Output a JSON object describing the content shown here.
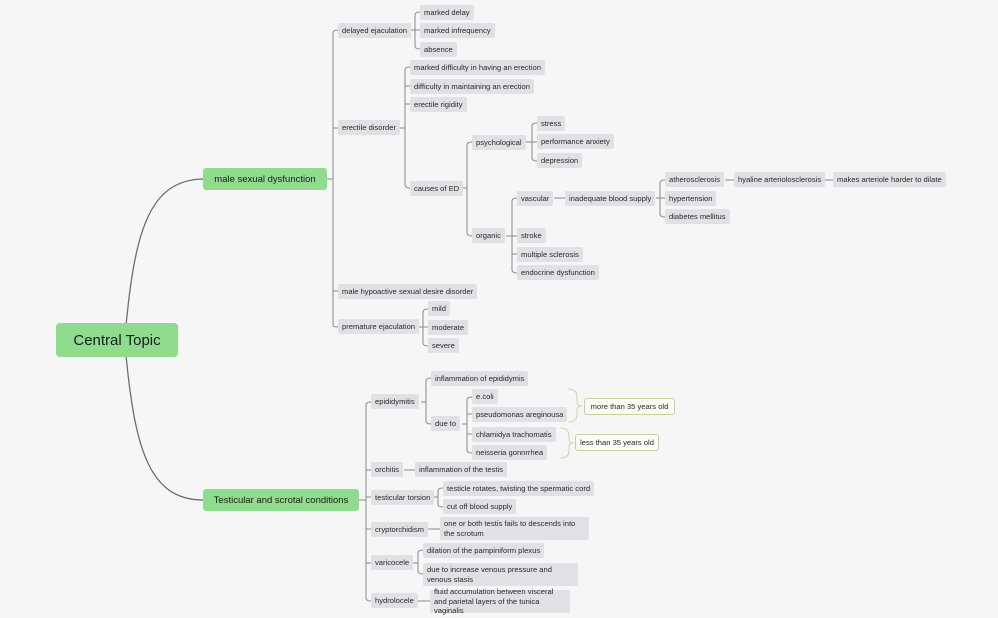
{
  "central_topic": "Central Topic",
  "topics": {
    "male": "male sexual dysfunction",
    "testicular": "Testicular and scrotal conditions"
  },
  "nodes": {
    "delayed_ejaculation": "delayed ejaculation",
    "marked_delay": "marked delay",
    "marked_infrequency": "marked infrequency",
    "absence": "absence",
    "erectile_disorder": "erectile disorder",
    "marked_difficulty": "marked difficulty in having an erection",
    "difficulty_maintaining": "difficulty in maintaining an erection",
    "erectile_rigidity": "erectile rigidity",
    "causes_of_ed": "causes of ED",
    "psychological": "psychological",
    "stress": "stress",
    "performance_anxiety": "performance anxiety",
    "depression": "depression",
    "organic": "organic",
    "vascular": "vascular",
    "inadequate_blood_supply": "inadequate blood supply",
    "atherosclerosis": "atherosclerosis",
    "hyaline": "hyaline arteriolosclerosis",
    "makes_arteriole": "makes arteriole harder to dilate",
    "hypertension": "hypertension",
    "diabetes": "diabetes mellitus",
    "stroke": "stroke",
    "multiple_sclerosis": "multiple sclerosis",
    "endocrine": "endocrine dysfunction",
    "male_hypoactive": "male hypoactive sexual desire disorder",
    "premature_ejaculation": "premature ejaculation",
    "mild": "mild",
    "moderate": "moderate",
    "severe": "severe",
    "epididymitis": "epididymitis",
    "inflammation_epididymis": "inflammation of epididymis",
    "due_to": "due to",
    "ecoli": "e.coli",
    "pseudomonas": "pseudomonas areginousa",
    "chlamidya": "chlamidya trachomatis",
    "neisseria": "neisseria gonnrrhea",
    "orchitis": "orchitis",
    "inflammation_testis": "inflammation of the testis",
    "testicular_torsion": "testicular torsion",
    "testicle_rotates": "testicle rotates, twisting the spermatic cord",
    "cut_off": "cut off blood supply",
    "cryptorchidism": "cryptorchidism",
    "one_or_both": "one or both testis fails to descends into the scrotum",
    "varicocele": "varicocele",
    "dilation": "dilation of the pampiniform plexus",
    "due_to_increase": "due to increase venous pressure and venous stasis",
    "hydrolocele": "hydrolocele",
    "fluid_accumulation": "fluid accumulation between visceral and parietal layers of the tunica vaginalis"
  },
  "summaries": {
    "more_than_35": "more than 35 years old",
    "less_than_35": "less than 35 years old"
  },
  "colors": {
    "topic_fill": "#8fdc8f",
    "node_fill": "#e0e0e5",
    "summary_border": "#c9cf9f",
    "background": "#f6f6f6"
  }
}
